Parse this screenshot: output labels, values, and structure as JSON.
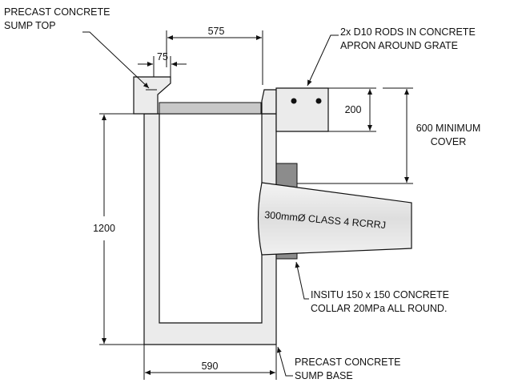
{
  "labels": {
    "precast_top_line1": "PRECAST CONCRETE",
    "precast_top_line2": "SUMP TOP",
    "rods_line1": "2x D10  RODS IN CONCRETE",
    "rods_line2": "APRON AROUND GRATE",
    "cover_line1": "600 MINIMUM",
    "cover_line2": "COVER",
    "pipe_label": "300mmØ CLASS 4 RCRRJ",
    "collar_line1": "INSITU 150 x 150 CONCRETE",
    "collar_line2": "COLLAR 20MPa ALL ROUND.",
    "base_line1": "PRECAST CONCRETE",
    "base_line2": "SUMP BASE"
  },
  "dimensions": {
    "top_width": "575",
    "lip_width": "75",
    "apron_height": "200",
    "height": "1200",
    "base_width": "590"
  },
  "colors": {
    "concrete_light": "#ebebeb",
    "concrete_mid": "#c8c8c8",
    "collar_grey": "#8c8c8c",
    "line": "#111111"
  }
}
